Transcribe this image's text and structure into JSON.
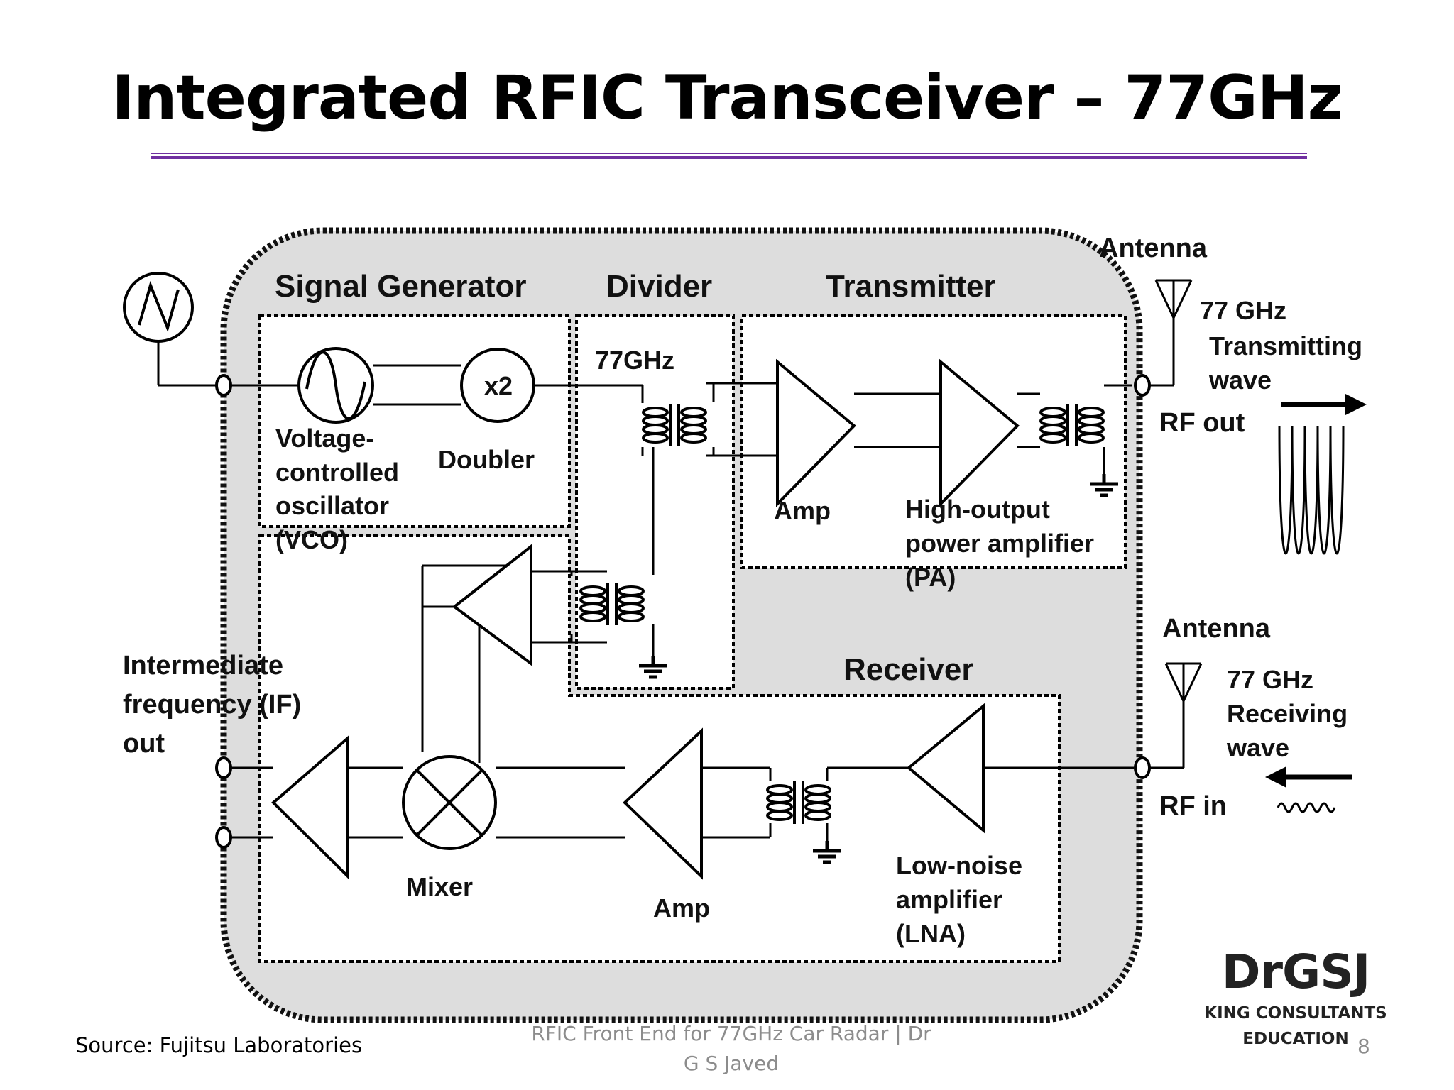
{
  "slide": {
    "title": "Integrated RFIC Transceiver – 77GHz",
    "source": "Source: Fujitsu Laboratories",
    "footer_line1": "RFIC Front End for 77GHz Car Radar   |   Dr",
    "footer_line2": "G S Javed",
    "logo_main": "DrGSJ",
    "logo_line1": "KING CONSULTANTS",
    "logo_line2": "EDUCATION",
    "page_number": "8"
  },
  "diagram": {
    "sections": {
      "signal_generator": "Signal Generator",
      "divider": "Divider",
      "transmitter": "Transmitter",
      "receiver": "Receiver"
    },
    "labels": {
      "vco": [
        "Voltage-",
        "controlled",
        "oscillator",
        "(VCO)"
      ],
      "doubler": "Doubler",
      "doubler_symbol": "x2",
      "divider_freq": "77GHz",
      "tx_amp": "Amp",
      "pa": [
        "High-output",
        "power amplifier",
        "(PA)"
      ],
      "rx_amp": "Amp",
      "mixer": "Mixer",
      "lna": [
        "Low-noise",
        "amplifier",
        "(LNA)"
      ],
      "if_out": [
        "Intermediate",
        "frequency (IF)",
        "out"
      ]
    },
    "antenna_tx": {
      "title": "Antenna",
      "freq": "77 GHz",
      "wave": [
        "Transmitting",
        "wave"
      ],
      "port": "RF out"
    },
    "antenna_rx": {
      "title": "Antenna",
      "freq": "77 GHz",
      "wave": [
        "Receiving",
        "wave"
      ],
      "port": "RF in"
    }
  }
}
